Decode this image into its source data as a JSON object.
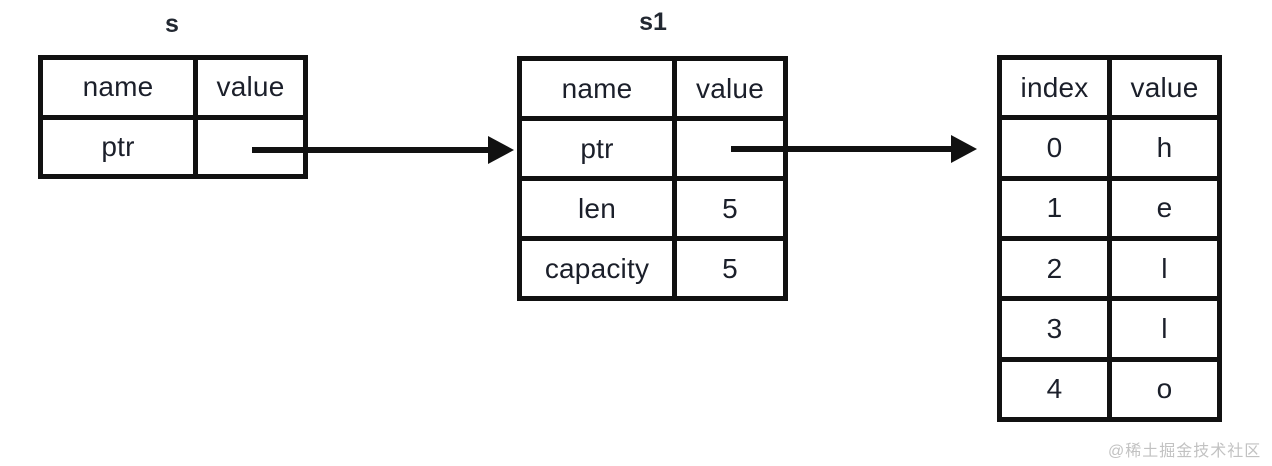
{
  "diagram": {
    "title_hidden": "Rust String / Vec memory layout diagram",
    "background": "#ffffff",
    "stroke_color": "#111111",
    "text_color": "#1b1f2a"
  },
  "structs": [
    {
      "id": "s",
      "caption": "s",
      "headers": {
        "left": "name",
        "right": "value"
      },
      "rows": [
        {
          "name": "ptr",
          "value": ""
        }
      ]
    },
    {
      "id": "s1",
      "caption": "s1",
      "headers": {
        "left": "name",
        "right": "value"
      },
      "rows": [
        {
          "name": "ptr",
          "value": ""
        },
        {
          "name": "len",
          "value": "5"
        },
        {
          "name": "capacity",
          "value": "5"
        }
      ]
    }
  ],
  "buffer": {
    "id": "heap-buffer",
    "caption": "",
    "headers": {
      "left": "index",
      "right": "value"
    },
    "rows": [
      {
        "index": "0",
        "value": "h"
      },
      {
        "index": "1",
        "value": "e"
      },
      {
        "index": "2",
        "value": "l"
      },
      {
        "index": "3",
        "value": "l"
      },
      {
        "index": "4",
        "value": "o"
      }
    ]
  },
  "arrows": [
    {
      "id": "arrow-s-to-s1",
      "from": "s.ptr",
      "to": "s1"
    },
    {
      "id": "arrow-s1-to-buffer",
      "from": "s1.ptr",
      "to": "heap-buffer"
    }
  ],
  "watermark": {
    "text": "@稀土掘金技术社区"
  }
}
